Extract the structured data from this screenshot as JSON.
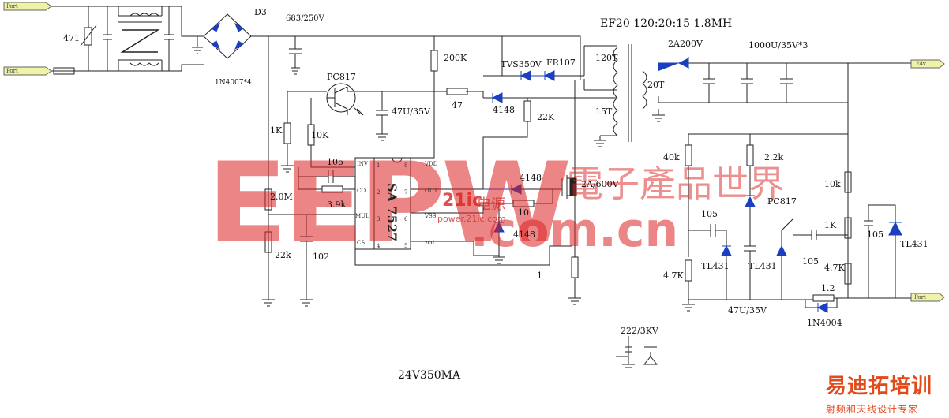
{
  "ports": {
    "input_top": "Port",
    "input_bottom": "Port",
    "output_pos": "24v",
    "output_neg": "Port"
  },
  "components": {
    "varistor": "471",
    "bridge_ref": "D3",
    "bridge_part": "1N4007*4",
    "x_cap": "683/250V",
    "resistor_start": "200K",
    "opto1": "PC817",
    "cap_vcc": "47U/35V",
    "resistor_47": "47",
    "diode_4148_top": "4148",
    "tvs": "TVS350V",
    "fr107": "FR107",
    "resistor_22k_gate": "22K",
    "transformer": "EF20  120:20:15  1.8MH",
    "winding_primary": "120T",
    "winding_secondary": "20T",
    "winding_aux": "15T",
    "diode_out": "2A200V",
    "caps_out": "1000U/35V*3",
    "resistor_1k": "1K",
    "resistor_10k": "10K",
    "cap_105": "105",
    "resistor_39k": "3.9k",
    "resistor_2m": "2.0M",
    "resistor_22k": "22k",
    "cap_102": "102",
    "ic": "SA 7527",
    "diode_4148_mid": "4148",
    "resistor_10": "10",
    "diode_4148_low": "4148",
    "mosfet": "2A/600V",
    "resistor_sense": "1",
    "y_cap": "222/3KV",
    "r_40k": "40k",
    "r_22k_sec": "2.2k",
    "opto2": "PC817",
    "cap_105_sec1": "105",
    "r_47k_left": "4.7K",
    "tl431_a": "TL431",
    "tl431_b": "TL431",
    "cap_47u_sec": "47U/35V",
    "cap_105_sec2": "105",
    "r_10k_sec": "10k",
    "r_1k_sec": "1K",
    "r_47k_right": "4.7K",
    "r_12": "1.2",
    "diode_1n4004": "1N4004",
    "cap_105_sec3": "105",
    "tl431_c": "TL431",
    "title": "24V350MA"
  },
  "ic_pins": {
    "inv": "INV",
    "co": "CO",
    "mult": "MUL",
    "cs": "CS",
    "vcc": "VDD",
    "out": "OUT",
    "gnd": "VSS",
    "zcd": "zcd",
    "p1": "1",
    "p2": "2",
    "p3": "3",
    "p4": "4",
    "p5": "5",
    "p6": "6",
    "p7": "7",
    "p8": "8"
  },
  "watermark": {
    "eepw": "EEPW",
    "com": ".com.cn",
    "cn": "電子產品世界",
    "s21ic": "21ic",
    "dianyuan": "电源",
    "power": "power.21ic.com"
  },
  "brand": {
    "name": "易迪拓培训",
    "sub": "射频和天线设计专家"
  }
}
